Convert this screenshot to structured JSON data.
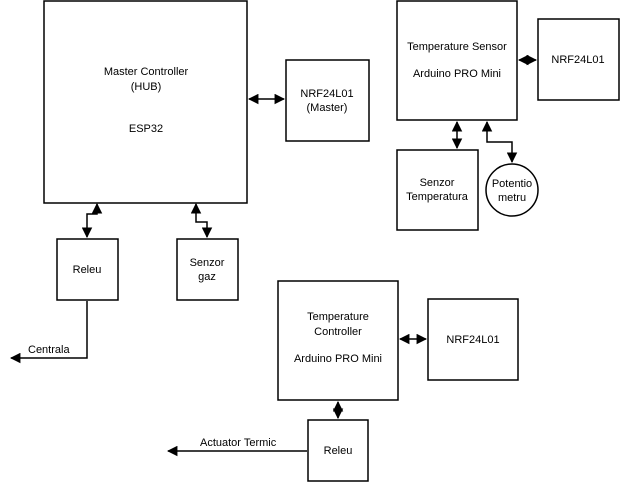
{
  "nodes": {
    "master": {
      "line1": "Master Controller",
      "line2": "(HUB)",
      "line3": "ESP32"
    },
    "nrf_master": {
      "line1": "NRF24L01",
      "line2": "(Master)"
    },
    "releu_left": {
      "label": "Releu"
    },
    "senzor_gaz": {
      "line1": "Senzor",
      "line2": "gaz"
    },
    "temp_sensor": {
      "line1": "Temperature Sensor",
      "line2": "Arduino PRO Mini"
    },
    "nrf_sensor": {
      "label": "NRF24L01"
    },
    "senzor_temp": {
      "line1": "Senzor",
      "line2": "Temperatura"
    },
    "potentiometru": {
      "line1": "Potentio",
      "line2": "metru"
    },
    "temp_controller": {
      "line1": "Temperature",
      "line2": "Controller",
      "line3": "Arduino PRO Mini"
    },
    "nrf_controller": {
      "label": "NRF24L01"
    },
    "releu_bottom": {
      "label": "Releu"
    }
  },
  "edges": {
    "centrala": "Centrala",
    "actuator": "Actuator Termic"
  }
}
